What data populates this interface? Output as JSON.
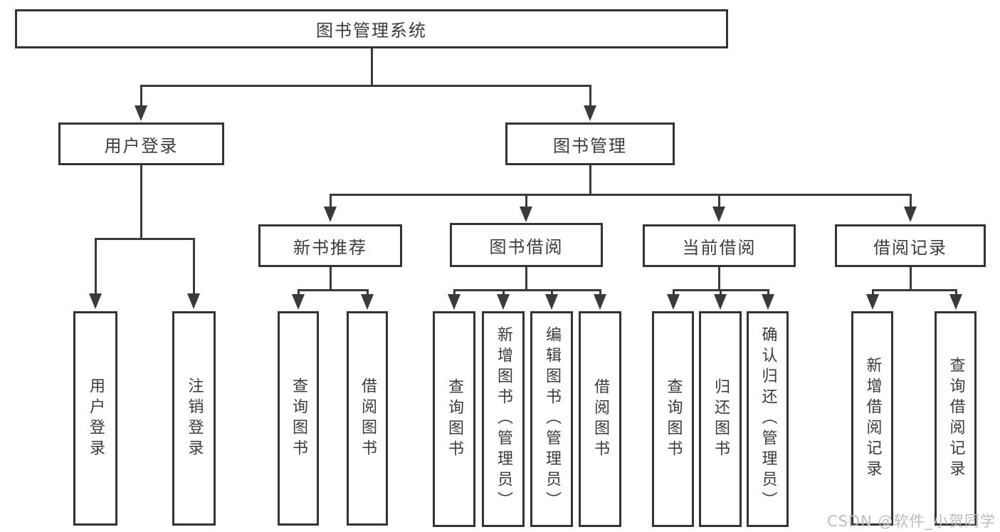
{
  "diagram": {
    "title": "图书管理系统",
    "root": {
      "label": "图书管理系统"
    },
    "level2": [
      {
        "label": "用户登录"
      },
      {
        "label": "图书管理"
      }
    ],
    "level3": [
      {
        "label": "新书推荐"
      },
      {
        "label": "图书借阅"
      },
      {
        "label": "当前借阅"
      },
      {
        "label": "借阅记录"
      }
    ],
    "leaves": {
      "user_login": [
        "用户登录",
        "注销登录"
      ],
      "new_book": [
        "查询图书",
        "借阅图书"
      ],
      "book_borrow": [
        "查询图书",
        "新增图书（管理员）",
        "编辑图书（管理员）",
        "借阅图书"
      ],
      "current_borrow": [
        "查询图书",
        "归还图书",
        "确认归还（管理员）"
      ],
      "borrow_record": [
        "新增借阅记录",
        "查询借阅记录"
      ]
    }
  },
  "watermark": {
    "text": "CSDN @软件_小贺同学"
  },
  "colors": {
    "background": "#ffffff",
    "box_border": "#333333",
    "box_fill": "#ffffff",
    "line": "#3a3a3a",
    "text": "#3b3b3b",
    "watermark": "#bcbcbc"
  }
}
